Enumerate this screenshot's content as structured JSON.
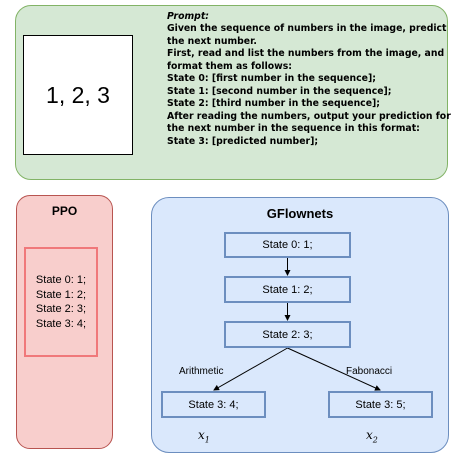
{
  "image": {
    "sequence_text": "1, 2, 3"
  },
  "prompt": {
    "lines": [
      "Prompt:",
      "Given the sequence of numbers in the image, predict",
      "the next number.",
      "First, read and list the numbers from the image, and",
      "format them as follows:",
      "State 0: [first number in the sequence];",
      "State 1: [second number in the sequence];",
      "State 2: [third number in the sequence];",
      "After reading the numbers, output your prediction for",
      "the next number in the sequence in this format:",
      "State 3: [predicted number];"
    ]
  },
  "ppo": {
    "title": "PPO",
    "lines": [
      "State 0: 1;",
      "State 1: 2;",
      "State 2: 3;",
      "State 3: 4;"
    ]
  },
  "gflownets": {
    "title": "GFlownets",
    "states": {
      "s0": "State 0: 1;",
      "s1": "State 1: 2;",
      "s2": "State 2: 3;",
      "s3a": "State 3: 4;",
      "s3b": "State 3: 5;"
    },
    "branch_labels": {
      "left": "Arithmetic",
      "right": "Fabonacci"
    },
    "outcomes": {
      "left": {
        "symbol": "x",
        "subscript": "1"
      },
      "right": {
        "symbol": "x",
        "subscript": "2"
      }
    }
  },
  "colors": {
    "prompt_fill": "#d5e8d4",
    "prompt_border": "#82b366",
    "ppo_fill": "#f8cecc",
    "ppo_border": "#b85450",
    "ppo_box_border": "#f0787a",
    "gfn_fill": "#dae8fc",
    "gfn_border": "#6c8ebf"
  }
}
